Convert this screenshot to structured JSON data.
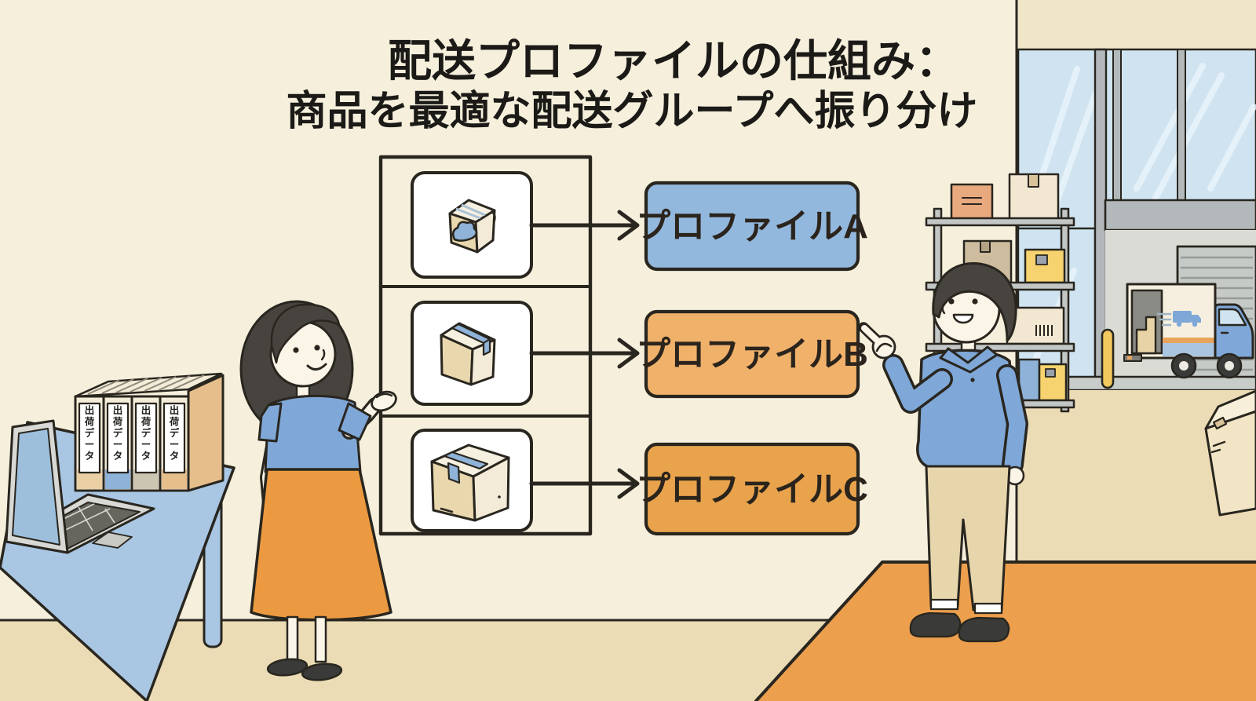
{
  "title": {
    "line1": "配送プロファイルの仕組み：",
    "line2": "商品を最適な配送グループへ振り分け"
  },
  "flowchart": {
    "items": [
      {
        "icon": "small-package-cloud-logo-icon"
      },
      {
        "icon": "medium-taped-package-icon"
      },
      {
        "icon": "large-taped-package-icon"
      }
    ],
    "profiles": [
      {
        "label": "プロファイルA",
        "fill": "#93b8dd"
      },
      {
        "label": "プロファイルB",
        "fill": "#f0b16a"
      },
      {
        "label": "プロファイルC",
        "fill": "#e9a34c"
      }
    ]
  },
  "desk": {
    "binder_label": "出荷データ",
    "binder_count": 4,
    "binder_spines": [
      "#e9cfa3",
      "#8fb2d8",
      "#cbc5b2",
      "#e5be8b"
    ]
  },
  "colors": {
    "background": "#f5efdc",
    "outline": "#29261f",
    "floor": "#ecdcb6",
    "orange_floor": "#ec9f4d",
    "window_blue": "#cfe4f0",
    "shirt_blue": "#7fa7d7",
    "skirt_orange": "#ec9a41",
    "table_blue": "#a9c6e2"
  }
}
